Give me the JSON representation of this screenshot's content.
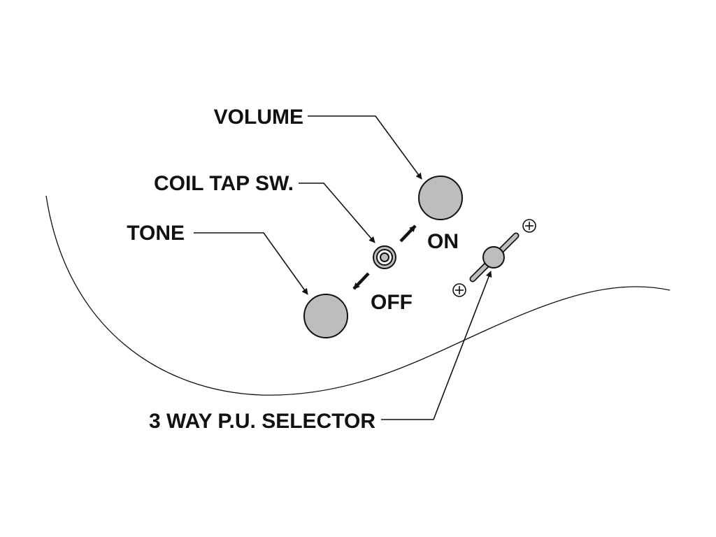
{
  "labels": {
    "volume": "VOLUME",
    "coil_tap": "COIL TAP SW.",
    "tone": "TONE",
    "on": "ON",
    "off": "OFF",
    "selector": "3 WAY P.U. SELECTOR"
  },
  "colors": {
    "line": "#111111",
    "knob_fill": "#bdbdbd",
    "background": "#ffffff"
  }
}
